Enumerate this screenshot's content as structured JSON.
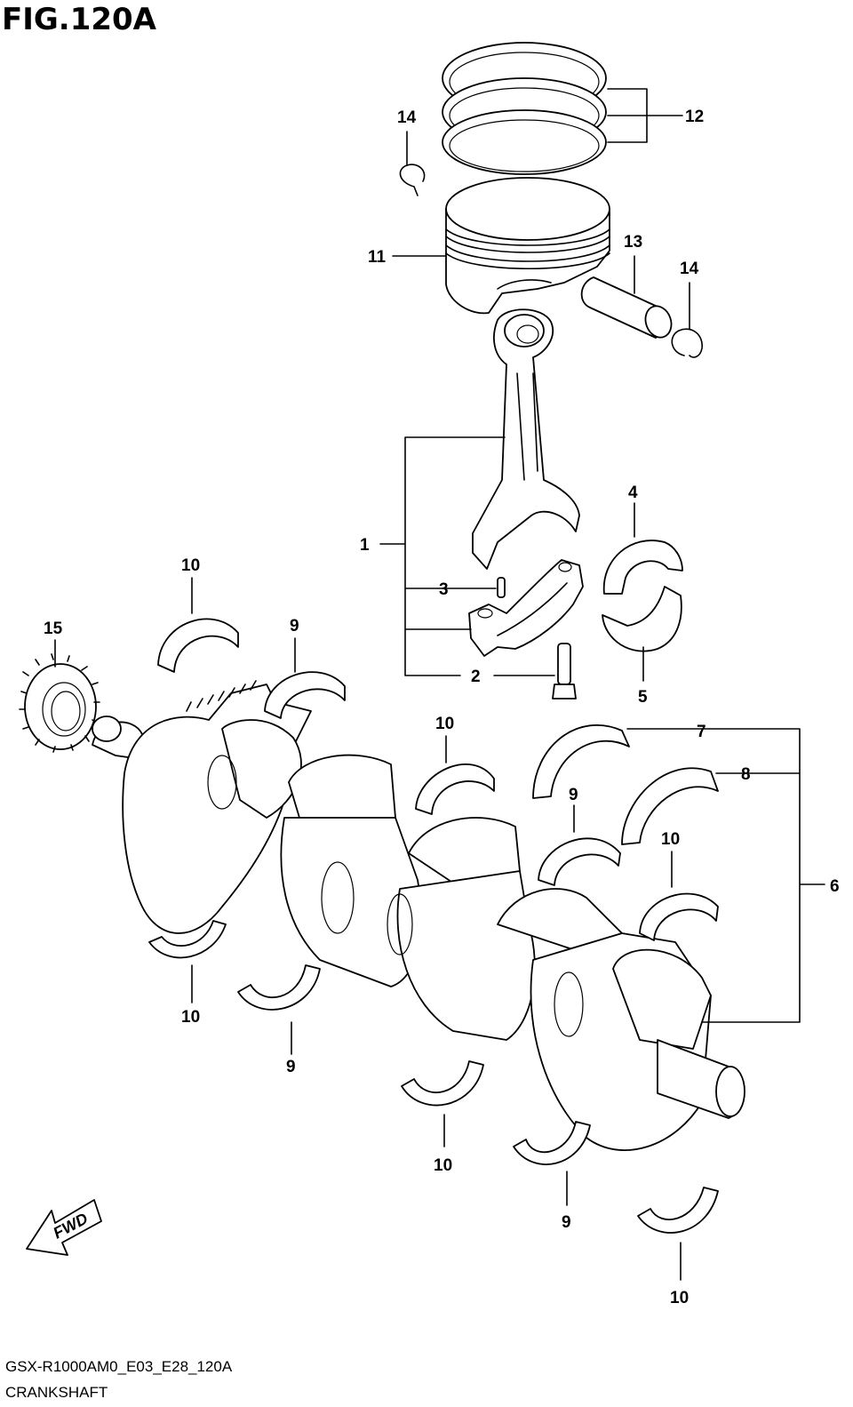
{
  "figure": {
    "title": "FIG.120A",
    "drawing_code": "GSX-R1000AM0_E03_E28_120A",
    "caption": "CRANKSHAFT"
  },
  "fwd_arrow_label": "FWD",
  "callouts": {
    "c1": "1",
    "c2": "2",
    "c3": "3",
    "c4": "4",
    "c5": "5",
    "c6": "6",
    "c7": "7",
    "c8": "8",
    "c9a": "9",
    "c9b": "9",
    "c9c": "9",
    "c9d": "9",
    "c10a": "10",
    "c10b": "10",
    "c10c": "10",
    "c10d": "10",
    "c10e": "10",
    "c10f": "10",
    "c11": "11",
    "c12": "12",
    "c13": "13",
    "c14a": "14",
    "c14b": "14",
    "c15": "15"
  }
}
